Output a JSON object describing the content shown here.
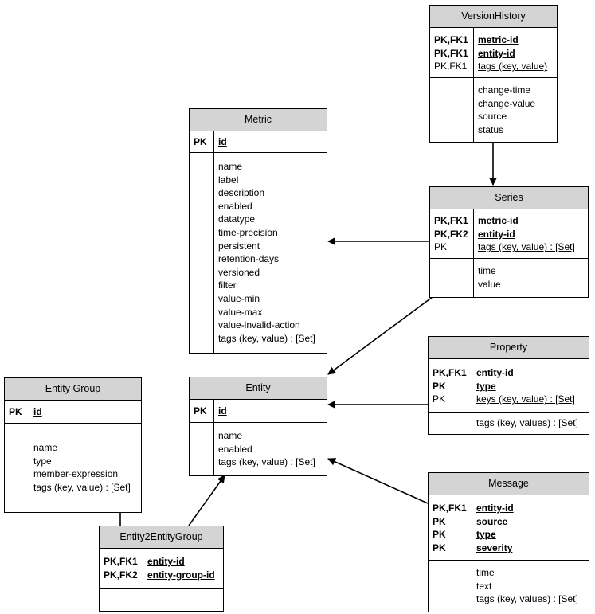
{
  "entities": [
    {
      "id": "version-history",
      "title": "VersionHistory",
      "keys": [
        {
          "role": "PK,FK1",
          "field": "metric-id",
          "bold": true
        },
        {
          "role": "PK,FK1",
          "field": "entity-id",
          "bold": true
        },
        {
          "role": "PK,FK1",
          "field": "tags (key, value)",
          "bold": false
        }
      ],
      "attributes": [
        "change-time",
        "change-value",
        "source",
        "status"
      ]
    },
    {
      "id": "metric",
      "title": "Metric",
      "keys": [
        {
          "role": "PK",
          "field": "id",
          "bold": true
        }
      ],
      "attributes": [
        "name",
        "label",
        "description",
        "enabled",
        "datatype",
        "time-precision",
        "persistent",
        "retention-days",
        "versioned",
        "filter",
        "value-min",
        "value-max",
        "value-invalid-action",
        "tags (key, value) : [Set]"
      ]
    },
    {
      "id": "series",
      "title": "Series",
      "keys": [
        {
          "role": "PK,FK1",
          "field": "metric-id",
          "bold": true
        },
        {
          "role": "PK,FK2",
          "field": "entity-id",
          "bold": true
        },
        {
          "role": "PK",
          "field": "tags (key, value) : [Set]",
          "bold": false
        }
      ],
      "attributes": [
        "time",
        "value"
      ]
    },
    {
      "id": "property",
      "title": "Property",
      "keys": [
        {
          "role": "PK,FK1",
          "field": "entity-id",
          "bold": true
        },
        {
          "role": "PK",
          "field": "type",
          "bold": true
        },
        {
          "role": "PK",
          "field": "keys (key, value) : [Set]",
          "bold": false
        }
      ],
      "attributes": [
        "tags (key, values) : [Set]"
      ]
    },
    {
      "id": "entity-group",
      "title": "Entity Group",
      "keys": [
        {
          "role": "PK",
          "field": "id",
          "bold": true
        }
      ],
      "attributes": [
        "name",
        "type",
        "member-expression",
        "tags (key, value) : [Set]"
      ]
    },
    {
      "id": "entity",
      "title": "Entity",
      "keys": [
        {
          "role": "PK",
          "field": "id",
          "bold": true
        }
      ],
      "attributes": [
        "name",
        "enabled",
        "tags (key, value) : [Set]"
      ]
    },
    {
      "id": "message",
      "title": "Message",
      "keys": [
        {
          "role": "PK,FK1",
          "field": "entity-id",
          "bold": true
        },
        {
          "role": "PK",
          "field": "source",
          "bold": true
        },
        {
          "role": "PK",
          "field": "type",
          "bold": true
        },
        {
          "role": "PK",
          "field": "severity",
          "bold": true
        }
      ],
      "attributes": [
        "time",
        "text",
        "tags (key, values) : [Set]"
      ]
    },
    {
      "id": "entity2entitygroup",
      "title": "Entity2EntityGroup",
      "keys": [
        {
          "role": "PK,FK1",
          "field": "entity-id",
          "bold": true
        },
        {
          "role": "PK,FK2",
          "field": "entity-group-id",
          "bold": true
        }
      ],
      "attributes": []
    }
  ],
  "relations": [
    {
      "from": "version-history",
      "to": "series"
    },
    {
      "from": "series",
      "to": "metric"
    },
    {
      "from": "series",
      "to": "entity"
    },
    {
      "from": "property",
      "to": "entity"
    },
    {
      "from": "message",
      "to": "entity"
    },
    {
      "from": "entity2entitygroup",
      "to": "entity-group"
    },
    {
      "from": "entity2entitygroup",
      "to": "entity"
    }
  ]
}
